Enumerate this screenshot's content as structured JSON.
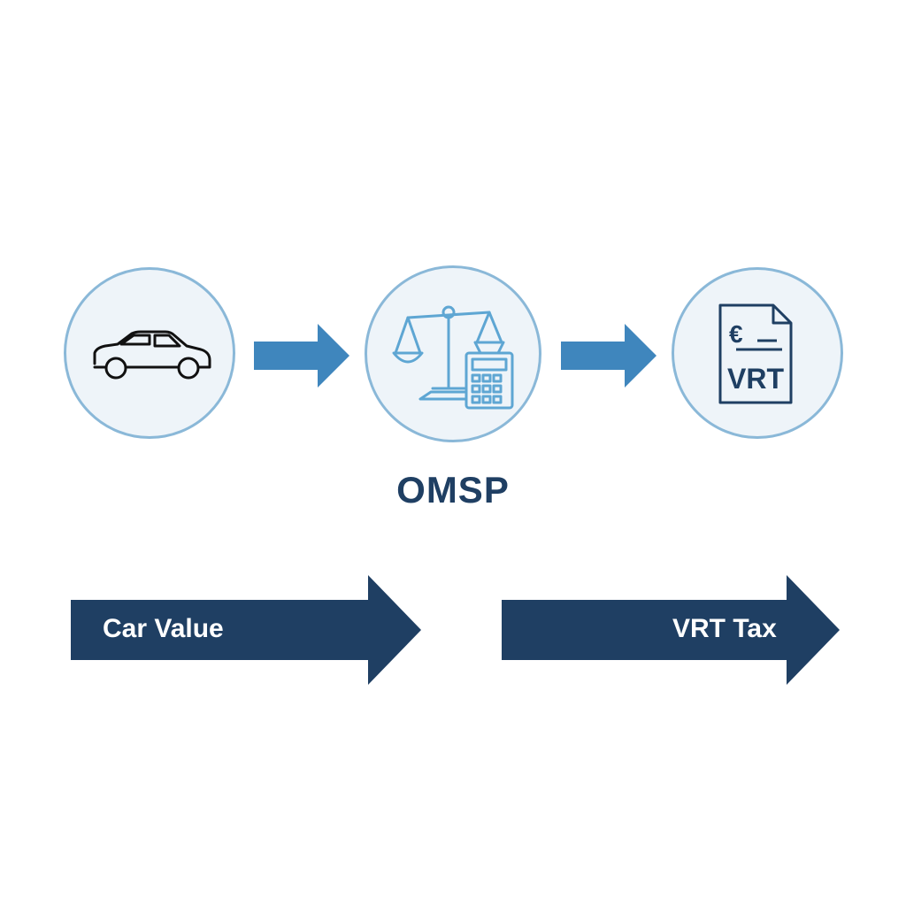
{
  "flow": {
    "center_label": "OMSP",
    "document_label": "VRT",
    "currency_symbol": "€"
  },
  "bottom": {
    "left_label": "Car Value",
    "right_label": "VRT Tax"
  },
  "icons": {
    "node_1": "car-icon",
    "node_2": "scale-calculator-icon",
    "node_3": "tax-document-icon"
  },
  "colors": {
    "circle_fill": "#eef4f9",
    "circle_border": "#8ab8d8",
    "small_arrow": "#3f86bd",
    "big_arrow": "#1f3f63",
    "icon_light": "#5ea6d3",
    "icon_dark": "#1f3f63"
  }
}
